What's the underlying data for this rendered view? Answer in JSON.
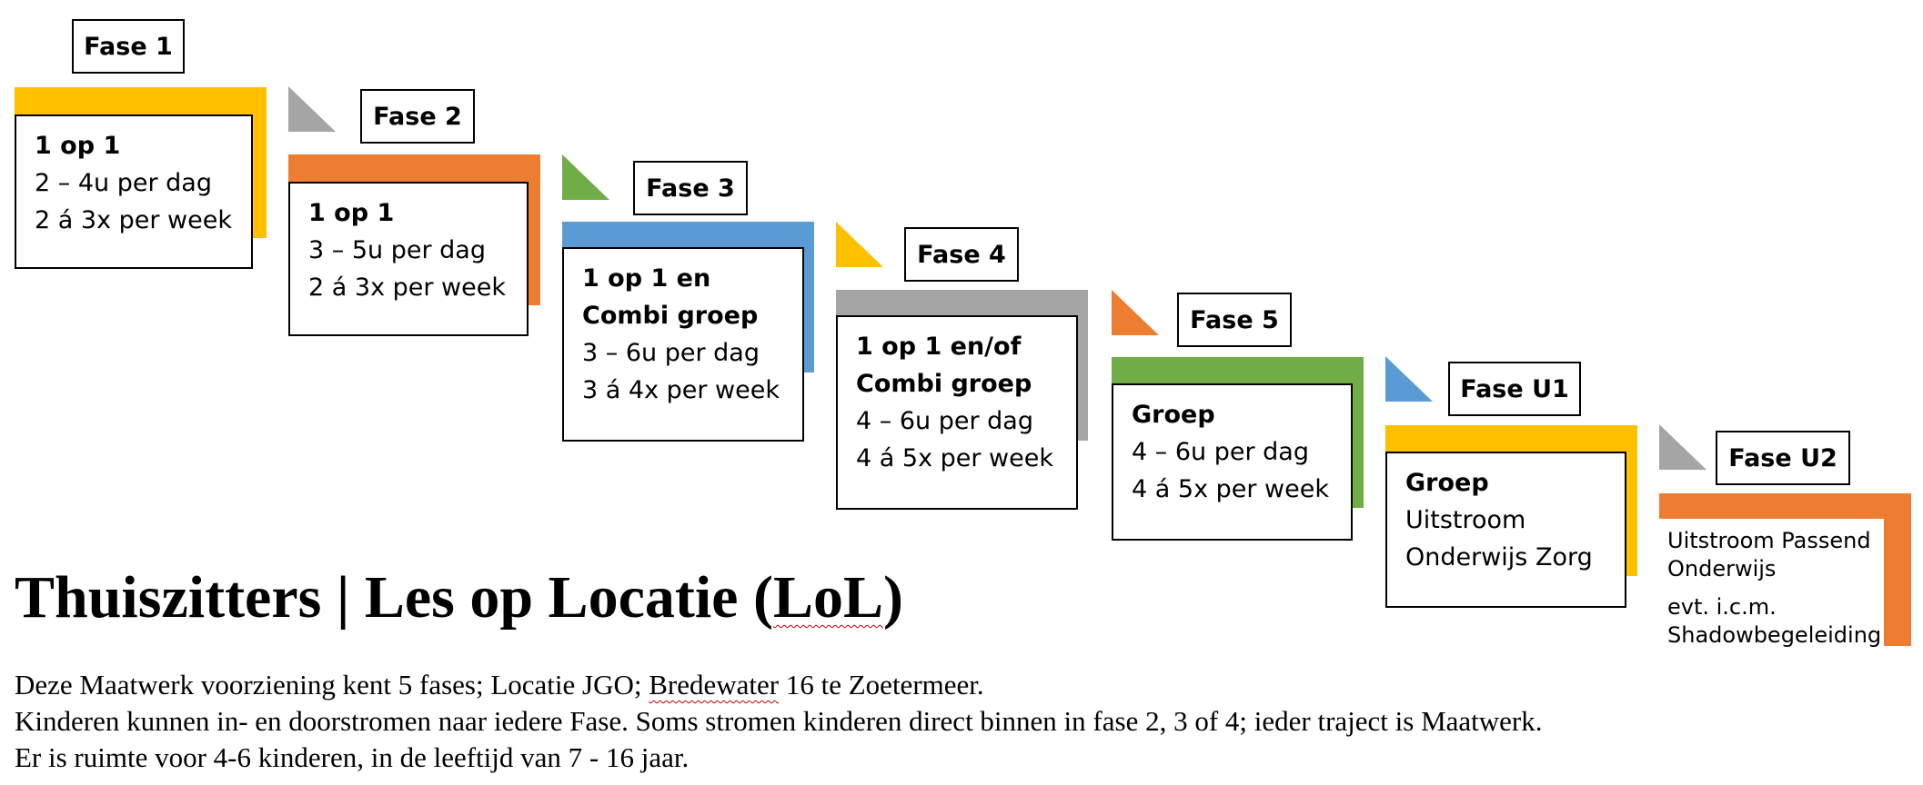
{
  "colors": {
    "yellow": "#FFC000",
    "orange": "#ED7D31",
    "blue": "#5B9BD5",
    "gray": "#A5A5A5",
    "green": "#70AD47"
  },
  "phases": [
    {
      "label": "Fase 1",
      "line1": "1 op 1",
      "line2": "2 – 4u per dag",
      "line3": "2 á 3x per week"
    },
    {
      "label": "Fase 2",
      "line1": "1 op 1",
      "line2": "3 – 5u per dag",
      "line3": "2 á 3x per week"
    },
    {
      "label": "Fase 3",
      "line1": "1 op 1 en",
      "line1b": "Combi groep",
      "line2": "3 – 6u per dag",
      "line3": "3 á 4x per week"
    },
    {
      "label": "Fase 4",
      "line1": "1 op 1 en/of",
      "line1b": "Combi groep",
      "line2": "4 – 6u per dag",
      "line3": "4 á 5x per week"
    },
    {
      "label": "Fase 5",
      "line1": "Groep",
      "line2": "4 – 6u per dag",
      "line3": "4 á 5x per week"
    },
    {
      "label": "Fase U1",
      "line1": "Groep",
      "line2": "Uitstroom",
      "line3": "Onderwijs Zorg"
    },
    {
      "label": "Fase U2",
      "line1": "Uitstroom Passend",
      "line1b": "Onderwijs",
      "line2": "evt. i.c.m.",
      "line3": "Shadowbegeleiding"
    }
  ],
  "title": {
    "part1": "Thuiszitters | Les op Locatie (",
    "part2": "LoL",
    "part3": ")"
  },
  "description": {
    "line1_a": "Deze Maatwerk voorziening kent 5 fases; Locatie JGO; ",
    "line1_b": "Bredewater",
    "line1_c": " 16 te Zoetermeer.",
    "line2": "Kinderen kunnen in- en doorstromen naar iedere Fase. Soms stromen kinderen direct binnen in fase 2, 3 of 4; ieder traject is Maatwerk.",
    "line3": "Er is ruimte voor 4-6 kinderen, in de leeftijd van 7 - 16 jaar."
  }
}
